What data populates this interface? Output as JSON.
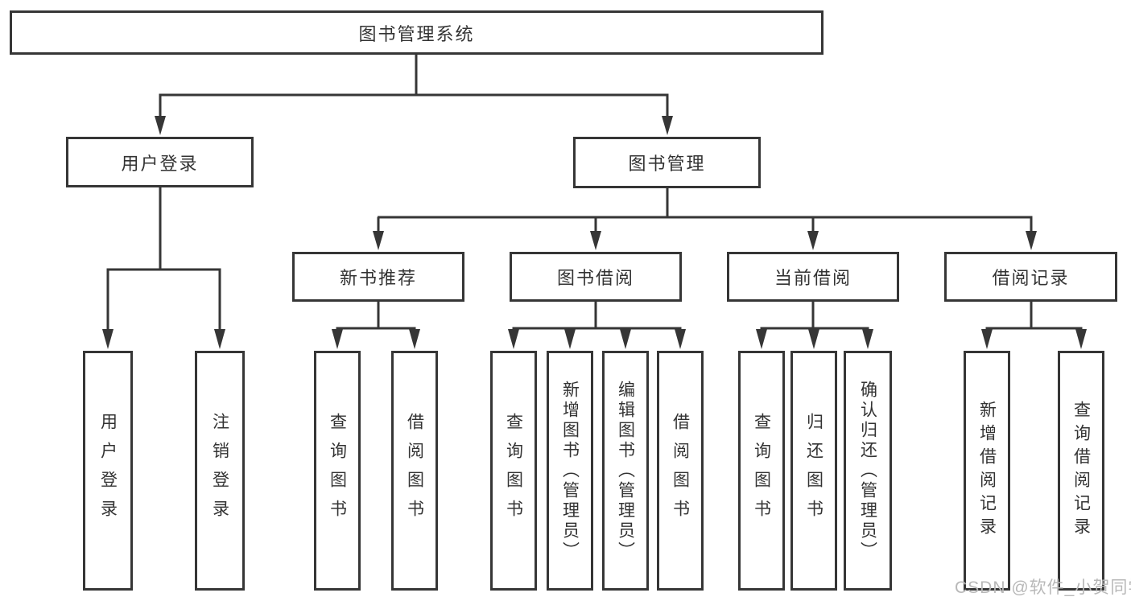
{
  "tree": {
    "root": "图书管理系统",
    "level2": [
      "用户登录",
      "图书管理"
    ],
    "level3": [
      "新书推荐",
      "图书借阅",
      "当前借阅",
      "借阅记录"
    ],
    "leaves": {
      "user_login": [
        "用户登录",
        "注销登录"
      ],
      "new_book_recommend": [
        "查询图书",
        "借阅图书"
      ],
      "book_borrow": [
        "查询图书",
        "新增图书（管理员）",
        "编辑图书（管理员）",
        "借阅图书"
      ],
      "current_borrow": [
        "查询图书",
        "归还图书",
        "确认归还（管理员）"
      ],
      "borrow_record": [
        "新增借阅记录",
        "查询借阅记录"
      ]
    }
  },
  "watermark": "CSDN @软件_小贺同学",
  "colors": {
    "line": "#363636",
    "text": "#333333",
    "background": "#ffffff",
    "watermark": "#b8b8b8"
  }
}
